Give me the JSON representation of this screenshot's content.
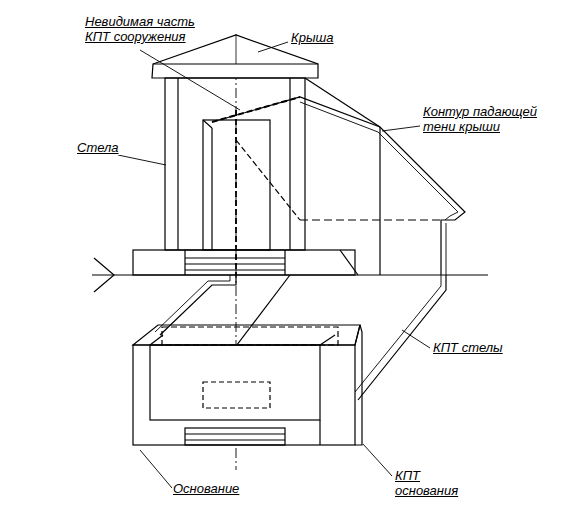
{
  "diagram": {
    "labels": [
      "Невидимая часть КПТ сооружения",
      "Крыша",
      "Контур падающей тени крыши",
      "Стела",
      "КПТ стелы",
      "Основание",
      "КПТ основания"
    ]
  }
}
